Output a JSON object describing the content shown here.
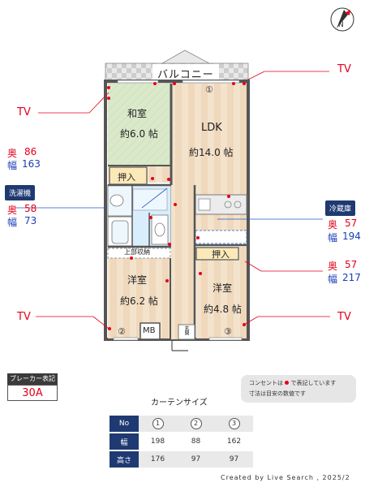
{
  "rooms": {
    "balcony": "バルコニー",
    "washitsu": "和室",
    "washitsu_size": "約6.0 帖",
    "ldk": "LDK",
    "ldk_size": "約14.0 帖",
    "oshiire": "押入",
    "oshiire2": "押入",
    "jobu_shuno": "上部収納",
    "yoshitsu1": "洋室",
    "yoshitsu1_size": "約6.2 帖",
    "yoshitsu2": "洋室",
    "yoshitsu2_size": "約4.8 帖",
    "mb": "MB",
    "genkan": "玄関"
  },
  "window_markers": [
    "①",
    "②",
    "③"
  ],
  "tv_label": "TV",
  "annotations": {
    "closet_depth_label": "奥",
    "closet_depth": "86",
    "closet_width_label": "幅",
    "closet_width": "163",
    "washer_tag": "洗濯機",
    "washer_depth_label": "奥",
    "washer_depth": "58",
    "washer_width_label": "幅",
    "washer_width": "73",
    "fridge_tag": "冷蔵庫",
    "fridge_depth_label": "奥",
    "fridge_depth": "57",
    "fridge_width_label": "幅",
    "fridge_width": "194",
    "closet2_depth_label": "奥",
    "closet2_depth": "57",
    "closet2_width_label": "幅",
    "closet2_width": "217"
  },
  "breaker": {
    "label": "ブレーカー表記",
    "value": "30A"
  },
  "note": {
    "line1_a": "コンセントは",
    "line1_b": "で表記しています",
    "line2": "寸法は目安の数値です"
  },
  "curtain": {
    "title": "カーテンサイズ",
    "header_label": "No",
    "width_label": "幅",
    "height_label": "高さ",
    "numbers": [
      "1",
      "2",
      "3"
    ],
    "widths": [
      "198",
      "88",
      "162"
    ],
    "heights": [
      "176",
      "97",
      "97"
    ]
  },
  "credit": "Created by Live Search , 2025/2",
  "colors": {
    "outlet_red": "#e3001b",
    "navy": "#1f3a72",
    "tatami_green": "#d7e8c8",
    "wood_floor": "#f3e3cd",
    "balcony_tile": "#cfcfcf"
  }
}
